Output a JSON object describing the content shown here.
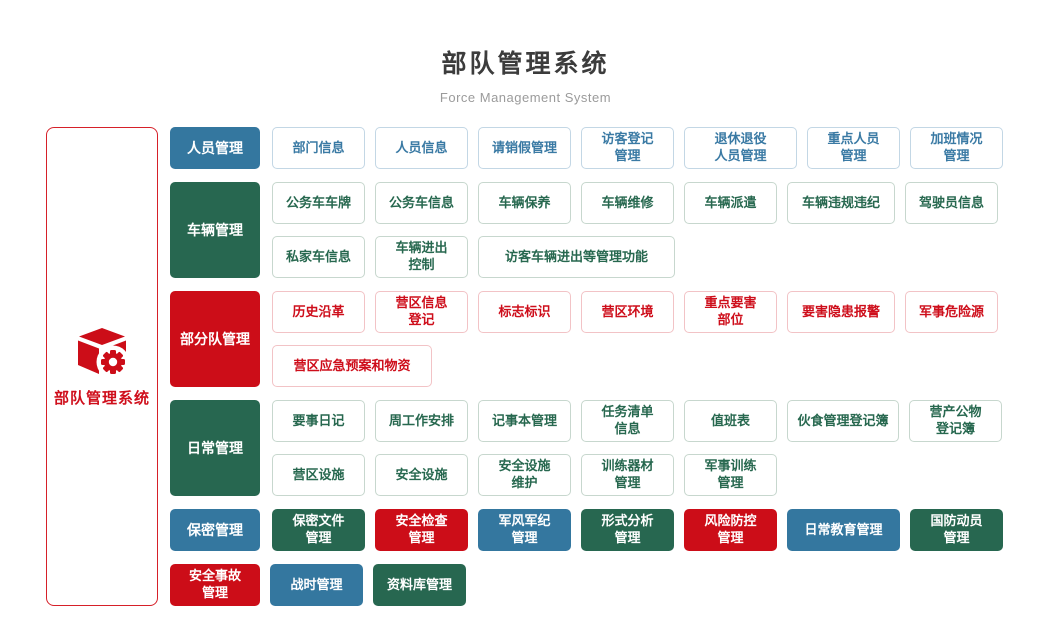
{
  "header": {
    "title": "部队管理系统",
    "subtitle": "Force Management System"
  },
  "root": {
    "label": "部队管理系统",
    "icon": "cube-gear-icon"
  },
  "colors": {
    "blue": "#34779f",
    "green": "#276750",
    "red": "#cc0d18",
    "outline_blue_border": "#c3d7e5",
    "outline_green_border": "#c7d7ce",
    "outline_red_border": "#f2c3c6",
    "title_text": "#3c3c3c",
    "subtitle_text": "#9b9b9b"
  },
  "groups": [
    {
      "id": "personnel-management",
      "label": "人员管理",
      "color": "blue",
      "item_style": "outline",
      "rows": [
        [
          {
            "label": "部门信息"
          },
          {
            "label": "人员信息"
          },
          {
            "label": "请销假管理"
          },
          {
            "label": "访客登记\n管理"
          },
          {
            "label": "退休退役\n人员管理",
            "w": 113
          },
          {
            "label": "重点人员\n管理"
          },
          {
            "label": "加班情况\n管理"
          }
        ]
      ]
    },
    {
      "id": "vehicle-management",
      "label": "车辆管理",
      "color": "green",
      "item_style": "outline",
      "rows": [
        [
          {
            "label": "公务车车牌"
          },
          {
            "label": "公务车信息"
          },
          {
            "label": "车辆保养"
          },
          {
            "label": "车辆维修"
          },
          {
            "label": "车辆派遣"
          },
          {
            "label": "车辆违规违纪",
            "w": 108
          },
          {
            "label": "驾驶员信息"
          }
        ],
        [
          {
            "label": "私家车信息"
          },
          {
            "label": "车辆进出\n控制"
          },
          {
            "label": "访客车辆进出等管理功能",
            "w": 197
          }
        ]
      ]
    },
    {
      "id": "subunit-management",
      "label": "部分队管理",
      "color": "red",
      "item_style": "outline",
      "rows": [
        [
          {
            "label": "历史沿革"
          },
          {
            "label": "营区信息\n登记"
          },
          {
            "label": "标志标识"
          },
          {
            "label": "营区环境"
          },
          {
            "label": "重点要害\n部位"
          },
          {
            "label": "要害隐患报警",
            "w": 108
          },
          {
            "label": "军事危险源"
          }
        ],
        [
          {
            "label": "营区应急预案和物资",
            "w": 160
          }
        ]
      ]
    },
    {
      "id": "daily-management",
      "label": "日常管理",
      "color": "green",
      "item_style": "outline",
      "rows": [
        [
          {
            "label": "要事日记"
          },
          {
            "label": "周工作安排"
          },
          {
            "label": "记事本管理"
          },
          {
            "label": "任务清单\n信息"
          },
          {
            "label": "值班表"
          },
          {
            "label": "伙食管理登记簿",
            "w": 112
          },
          {
            "label": "营产公物\n登记簿"
          }
        ],
        [
          {
            "label": "营区设施"
          },
          {
            "label": "安全设施"
          },
          {
            "label": "安全设施\n维护"
          },
          {
            "label": "训练器材\n管理"
          },
          {
            "label": "军事训练\n管理"
          }
        ]
      ]
    },
    {
      "id": "secrecy-management",
      "label": "保密管理",
      "color": "blue",
      "item_style": "solid",
      "rows": [
        [
          {
            "label": "保密文件\n管理",
            "color": "green"
          },
          {
            "label": "安全检查\n管理",
            "color": "red"
          },
          {
            "label": "军风军纪\n管理",
            "color": "blue"
          },
          {
            "label": "形式分析\n管理",
            "color": "green"
          },
          {
            "label": "风险防控\n管理",
            "color": "red"
          },
          {
            "label": "日常教育管理",
            "color": "blue",
            "w": 113
          },
          {
            "label": "国防动员\n管理",
            "color": "green"
          }
        ]
      ]
    },
    {
      "id": "bottom-modules",
      "label": null,
      "color": "red",
      "item_style": "solid",
      "rows": [
        [
          {
            "label": "安全事故\n管理",
            "color": "red",
            "w": 90
          },
          {
            "label": "战时管理",
            "color": "blue"
          },
          {
            "label": "资料库管理",
            "color": "green"
          }
        ]
      ]
    }
  ]
}
